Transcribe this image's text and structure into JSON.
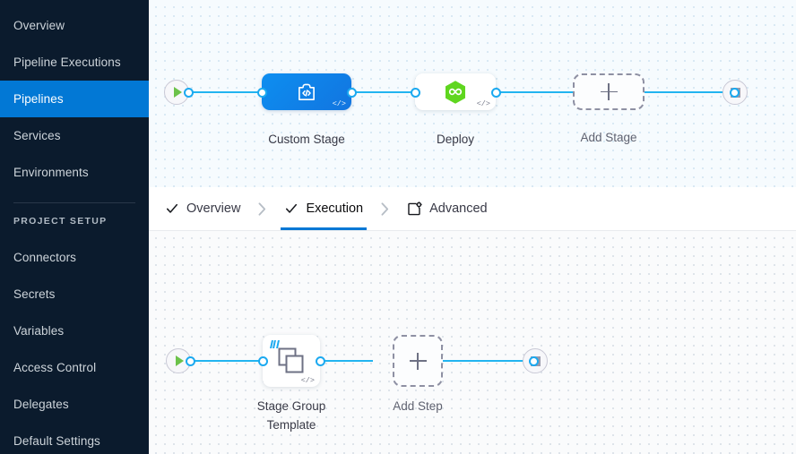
{
  "sidebar": {
    "items": [
      {
        "label": "Overview",
        "active": false
      },
      {
        "label": "Pipeline Executions",
        "active": false
      },
      {
        "label": "Pipelines",
        "active": true
      },
      {
        "label": "Services",
        "active": false
      },
      {
        "label": "Environments",
        "active": false
      }
    ],
    "section_label": "PROJECT SETUP",
    "setup_items": [
      {
        "label": "Connectors"
      },
      {
        "label": "Secrets"
      },
      {
        "label": "Variables"
      },
      {
        "label": "Access Control"
      },
      {
        "label": "Delegates"
      },
      {
        "label": "Default Settings"
      }
    ],
    "active_color": "#0278d5",
    "background_color": "#0b1b2d"
  },
  "tabs": [
    {
      "label": "Overview",
      "icon": "check-icon",
      "active": false
    },
    {
      "label": "Execution",
      "icon": "check-icon",
      "active": true
    },
    {
      "label": "Advanced",
      "icon": "advanced-settings-icon",
      "active": false
    }
  ],
  "stage_graph": {
    "start_node": "play-icon",
    "end_node": "stop-icon",
    "nodes": [
      {
        "label": "Custom Stage",
        "icon": "custom-stage-code-icon",
        "badge": "</>",
        "type": "stage"
      },
      {
        "label": "Deploy",
        "icon": "deploy-hexagon-icon",
        "badge": "</>",
        "type": "stage"
      },
      {
        "label": "Add Stage",
        "icon": "plus-icon",
        "type": "add"
      }
    ]
  },
  "step_graph": {
    "start_node": "play-icon",
    "end_node": "stop-icon",
    "nodes": [
      {
        "label": "Stage Group\nTemplate",
        "icon": "stage-group-template-icon",
        "badge": "</>",
        "type": "step"
      },
      {
        "label": "Add Step",
        "icon": "plus-icon",
        "type": "add"
      }
    ]
  },
  "colors": {
    "edge": "#22b4f0",
    "port": "#1ba9f0",
    "stage_blue": "#0d8ef0",
    "deploy_green": "#5fd61f",
    "play_green": "#6cc24a"
  }
}
